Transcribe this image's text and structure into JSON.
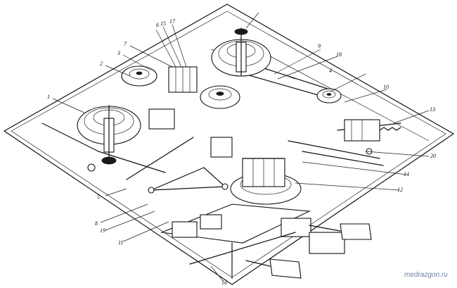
{
  "diagram": {
    "callouts": [
      "1",
      "2",
      "3",
      "4",
      "5",
      "6",
      "7",
      "8",
      "9",
      "10",
      "11",
      "12",
      "13",
      "14",
      "15",
      "16",
      "17",
      "18",
      "19",
      "20"
    ]
  },
  "watermark": "medrazgon.ru",
  "colors": {
    "ink": "#111111",
    "paper": "#ffffff",
    "watermark": "#6a7ea8"
  }
}
